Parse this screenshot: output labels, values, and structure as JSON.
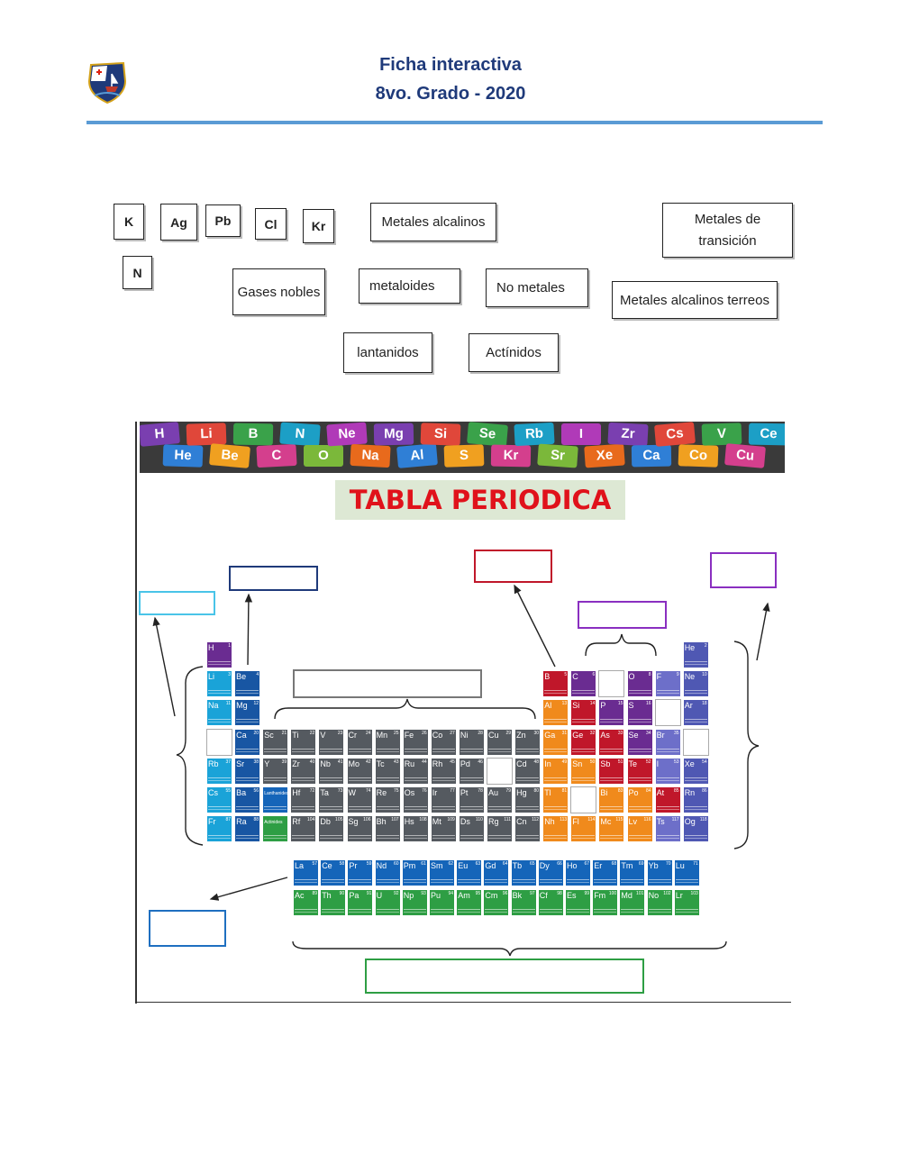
{
  "header": {
    "title_line1": "Ficha interactiva",
    "title_line2": "8vo. Grado - 2020"
  },
  "chips": {
    "k": "K",
    "ag": "Ag",
    "pb": "Pb",
    "cl": "Cl",
    "kr": "Kr",
    "n": "N",
    "metales_alcalinos": "Metales alcalinos",
    "metales_transicion": "Metales de transición",
    "gases_nobles": "Gases nobles",
    "metaloides": "metaloides",
    "no_metales": "No metales",
    "alcalinos_terreos": "Metales alcalinos terreos",
    "lantanidos": "lantanidos",
    "actinidos": "Actínidos"
  },
  "banner_symbols": [
    "H",
    "He",
    "Li",
    "Be",
    "B",
    "C",
    "N",
    "O",
    "Ne",
    "Na",
    "Mg",
    "Al",
    "Si",
    "S",
    "Se",
    "Kr",
    "Rb",
    "Sr",
    "I",
    "Xe",
    "Zr",
    "Ca",
    "Cs",
    "Co",
    "V",
    "Cu",
    "Ce"
  ],
  "sheet_title": "TABLA PERIODICA",
  "colors": {
    "header": "#1f3a7a",
    "rule": "#5b9bd5",
    "sheet_title": "#e0121b",
    "alkali": "#1aa3d8",
    "alkaline_earth": "#1856a3",
    "transition": "#555a60",
    "post_transition": "#f08a1c",
    "metalloid": "#c0172a",
    "nonmetal": "#6a2c91",
    "halogen": "#6d6fc9",
    "noble": "#4f58b3",
    "lanthanide": "#1565b9",
    "actinide": "#2e9e44",
    "hydrogen": "#6a2c91"
  },
  "table": {
    "main_rows": [
      [
        [
          "H",
          1,
          "hydrogen"
        ],
        null,
        null,
        null,
        null,
        null,
        null,
        null,
        null,
        null,
        null,
        null,
        null,
        null,
        null,
        null,
        null,
        [
          "He",
          2,
          "noble"
        ]
      ],
      [
        [
          "Li",
          3,
          "alkali"
        ],
        [
          "Be",
          4,
          "alkaline_earth"
        ],
        null,
        null,
        null,
        null,
        null,
        null,
        null,
        null,
        null,
        null,
        [
          "B",
          5,
          "metalloid"
        ],
        [
          "C",
          6,
          "nonmetal"
        ],
        "blank",
        [
          "O",
          8,
          "nonmetal"
        ],
        [
          "F",
          9,
          "halogen"
        ],
        [
          "Ne",
          10,
          "noble"
        ]
      ],
      [
        [
          "Na",
          11,
          "alkali"
        ],
        [
          "Mg",
          12,
          "alkaline_earth"
        ],
        null,
        null,
        null,
        null,
        null,
        null,
        null,
        null,
        null,
        null,
        [
          "Al",
          13,
          "post_transition"
        ],
        [
          "Si",
          14,
          "metalloid"
        ],
        [
          "P",
          15,
          "nonmetal"
        ],
        [
          "S",
          16,
          "nonmetal"
        ],
        "blank",
        [
          "Ar",
          18,
          "noble"
        ]
      ],
      [
        "blank",
        [
          "Ca",
          20,
          "alkaline_earth"
        ],
        [
          "Sc",
          21,
          "transition"
        ],
        [
          "Ti",
          22,
          "transition"
        ],
        [
          "V",
          23,
          "transition"
        ],
        [
          "Cr",
          24,
          "transition"
        ],
        [
          "Mn",
          25,
          "transition"
        ],
        [
          "Fe",
          26,
          "transition"
        ],
        [
          "Co",
          27,
          "transition"
        ],
        [
          "Ni",
          28,
          "transition"
        ],
        [
          "Cu",
          29,
          "transition"
        ],
        [
          "Zn",
          30,
          "transition"
        ],
        [
          "Ga",
          31,
          "post_transition"
        ],
        [
          "Ge",
          32,
          "metalloid"
        ],
        [
          "As",
          33,
          "metalloid"
        ],
        [
          "Se",
          34,
          "nonmetal"
        ],
        [
          "Br",
          35,
          "halogen"
        ],
        "blank"
      ],
      [
        [
          "Rb",
          37,
          "alkali"
        ],
        [
          "Sr",
          38,
          "alkaline_earth"
        ],
        [
          "Y",
          39,
          "transition"
        ],
        [
          "Zr",
          40,
          "transition"
        ],
        [
          "Nb",
          41,
          "transition"
        ],
        [
          "Mo",
          42,
          "transition"
        ],
        [
          "Tc",
          43,
          "transition"
        ],
        [
          "Ru",
          44,
          "transition"
        ],
        [
          "Rh",
          45,
          "transition"
        ],
        [
          "Pd",
          46,
          "transition"
        ],
        "blank",
        [
          "Cd",
          48,
          "transition"
        ],
        [
          "In",
          49,
          "post_transition"
        ],
        [
          "Sn",
          50,
          "post_transition"
        ],
        [
          "Sb",
          51,
          "metalloid"
        ],
        [
          "Te",
          52,
          "metalloid"
        ],
        [
          "I",
          53,
          "halogen"
        ],
        [
          "Xe",
          54,
          "noble"
        ]
      ],
      [
        [
          "Cs",
          55,
          "alkali"
        ],
        [
          "Ba",
          56,
          "alkaline_earth"
        ],
        [
          "Lanthanides",
          "",
          "lanthanide"
        ],
        [
          "Hf",
          72,
          "transition"
        ],
        [
          "Ta",
          73,
          "transition"
        ],
        [
          "W",
          74,
          "transition"
        ],
        [
          "Re",
          75,
          "transition"
        ],
        [
          "Os",
          76,
          "transition"
        ],
        [
          "Ir",
          77,
          "transition"
        ],
        [
          "Pt",
          78,
          "transition"
        ],
        [
          "Au",
          79,
          "transition"
        ],
        [
          "Hg",
          80,
          "transition"
        ],
        [
          "Tl",
          81,
          "post_transition"
        ],
        "blank",
        [
          "Bi",
          83,
          "post_transition"
        ],
        [
          "Po",
          84,
          "post_transition"
        ],
        [
          "At",
          85,
          "metalloid"
        ],
        [
          "Rn",
          86,
          "noble"
        ]
      ],
      [
        [
          "Fr",
          87,
          "alkali"
        ],
        [
          "Ra",
          88,
          "alkaline_earth"
        ],
        [
          "Actinides",
          "",
          "actinide"
        ],
        [
          "Rf",
          104,
          "transition"
        ],
        [
          "Db",
          105,
          "transition"
        ],
        [
          "Sg",
          106,
          "transition"
        ],
        [
          "Bh",
          107,
          "transition"
        ],
        [
          "Hs",
          108,
          "transition"
        ],
        [
          "Mt",
          109,
          "transition"
        ],
        [
          "Ds",
          110,
          "transition"
        ],
        [
          "Rg",
          111,
          "transition"
        ],
        [
          "Cn",
          112,
          "transition"
        ],
        [
          "Nh",
          113,
          "post_transition"
        ],
        [
          "Fl",
          114,
          "post_transition"
        ],
        [
          "Mc",
          115,
          "post_transition"
        ],
        [
          "Lv",
          116,
          "post_transition"
        ],
        [
          "Ts",
          117,
          "halogen"
        ],
        [
          "Og",
          118,
          "noble"
        ]
      ]
    ],
    "lanthanides": [
      [
        "La",
        57
      ],
      [
        "Ce",
        58
      ],
      [
        "Pr",
        59
      ],
      [
        "Nd",
        60
      ],
      [
        "Pm",
        61
      ],
      [
        "Sm",
        62
      ],
      [
        "Eu",
        63
      ],
      [
        "Gd",
        64
      ],
      [
        "Tb",
        65
      ],
      [
        "Dy",
        66
      ],
      [
        "Ho",
        67
      ],
      [
        "Er",
        68
      ],
      [
        "Tm",
        69
      ],
      [
        "Yb",
        70
      ],
      [
        "Lu",
        71
      ]
    ],
    "actinides": [
      [
        "Ac",
        89
      ],
      [
        "Th",
        90
      ],
      [
        "Pa",
        91
      ],
      [
        "U",
        92
      ],
      [
        "Np",
        93
      ],
      [
        "Pu",
        94
      ],
      [
        "Am",
        95
      ],
      [
        "Cm",
        96
      ],
      [
        "Bk",
        97
      ],
      [
        "Cf",
        98
      ],
      [
        "Es",
        99
      ],
      [
        "Fm",
        100
      ],
      [
        "Md",
        101
      ],
      [
        "No",
        102
      ],
      [
        "Lr",
        103
      ]
    ]
  }
}
